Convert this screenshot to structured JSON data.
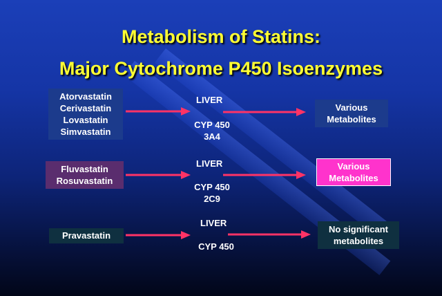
{
  "title": {
    "line1": "Metabolism of Statins:",
    "line2": "Major Cytochrome P450 Isoenzymes"
  },
  "colors": {
    "title": "#ffff33",
    "arrow": "#ff3366",
    "box_dark_blue": "#1c3b8c",
    "box_purple": "#5a2d6e",
    "box_magenta": "#ff33cc",
    "box_dark_teal": "#0f3040"
  },
  "rows": [
    {
      "drugs": [
        "Atorvastatin",
        "Cerivastatin",
        "Lovastatin",
        "Simvastatin"
      ],
      "organ": "LIVER",
      "enzyme": [
        "CYP 450",
        "3A4"
      ],
      "result": [
        "Various",
        "Metabolites"
      ]
    },
    {
      "drugs": [
        "Fluvastatin",
        "Rosuvastatin"
      ],
      "organ": "LIVER",
      "enzyme": [
        "CYP 450",
        "2C9"
      ],
      "result": [
        "Various",
        "Metabolites"
      ]
    },
    {
      "drugs": [
        "Pravastatin"
      ],
      "organ": "LIVER",
      "enzyme": [
        "CYP 450"
      ],
      "result": [
        "No significant",
        "metabolites"
      ]
    }
  ]
}
